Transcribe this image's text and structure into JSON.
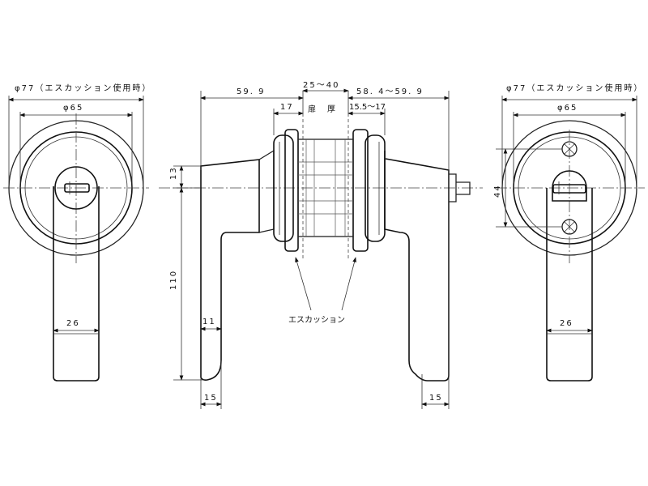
{
  "left_view": {
    "dia_outer": "φ77（エスカッション使用時）",
    "dia_inner": "φ65",
    "width": "26"
  },
  "side_view": {
    "dim_left": "59. 9",
    "dim_door": "25〜40",
    "dim_right": "58. 4〜59. 9",
    "dim_17": "17",
    "door_label": "扉　厚",
    "dim_15_17": "15.5〜17",
    "dim_13": "13",
    "dim_110": "110",
    "dim_11": "11",
    "escutcheon_label": "エスカッション",
    "dim_15_left": "15",
    "dim_15_right": "15"
  },
  "right_view": {
    "dia_outer": "φ77（エスカッション使用時）",
    "dia_inner": "φ65",
    "dim_44": "44",
    "width": "26"
  }
}
